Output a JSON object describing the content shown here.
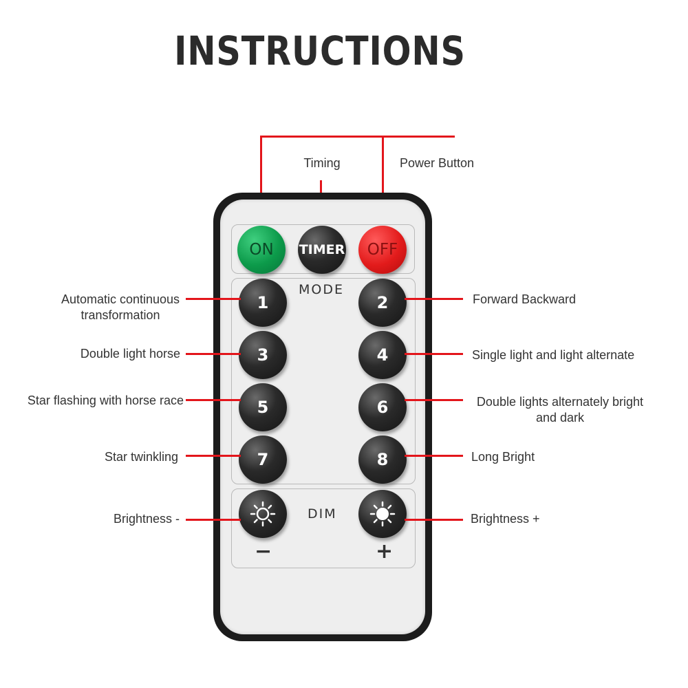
{
  "title": "INSTRUCTIONS",
  "top_labels": {
    "timing": "Timing",
    "power": "Power Button"
  },
  "buttons": {
    "on": "ON",
    "timer": "TIMER",
    "off": "OFF",
    "b1": "1",
    "b2": "2",
    "b3": "3",
    "b4": "4",
    "b5": "5",
    "b6": "6",
    "b7": "7",
    "b8": "8"
  },
  "panels": {
    "mode": "MODE",
    "dim": "DIM",
    "minus": "−",
    "plus": "+"
  },
  "left_labels": {
    "b1": "Automatic continuous transformation",
    "b3": "Double light horse",
    "b5": "Star flashing with horse race",
    "b7": "Star twinkling",
    "dim_minus": "Brightness -"
  },
  "right_labels": {
    "b2": "Forward Backward",
    "b4": "Single light and light alternate",
    "b6": "Double lights alternately bright and dark",
    "b8": "Long Bright",
    "dim_plus": "Brightness +"
  },
  "colors": {
    "accent_line": "#e3151b",
    "on_button": "#0c9a4a",
    "off_button": "#e21b1b",
    "remote_body": "#1c1c1c"
  },
  "icons": {
    "dim_minus": "sun-outline-icon",
    "dim_plus": "sun-filled-icon"
  }
}
